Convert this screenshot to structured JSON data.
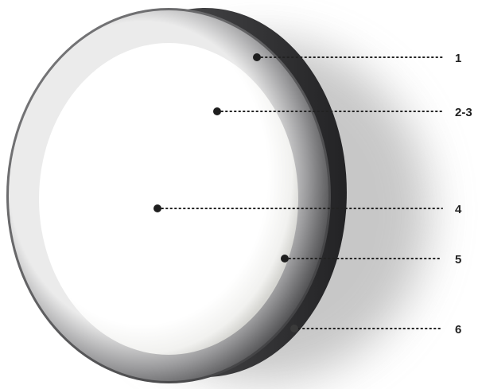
{
  "callouts": [
    {
      "id": "1",
      "label": "1"
    },
    {
      "id": "2-3",
      "label": "2-3"
    },
    {
      "id": "4",
      "label": "4"
    },
    {
      "id": "5",
      "label": "5"
    },
    {
      "id": "6",
      "label": "6"
    }
  ],
  "colors": {
    "housing_dark": "#2e2e30",
    "housing_mid": "#5a5a5c",
    "bezel_light": "#8a8a8c",
    "diffuser": "#ffffff",
    "leader": "#222222",
    "shadow": "#9a9a9a"
  }
}
